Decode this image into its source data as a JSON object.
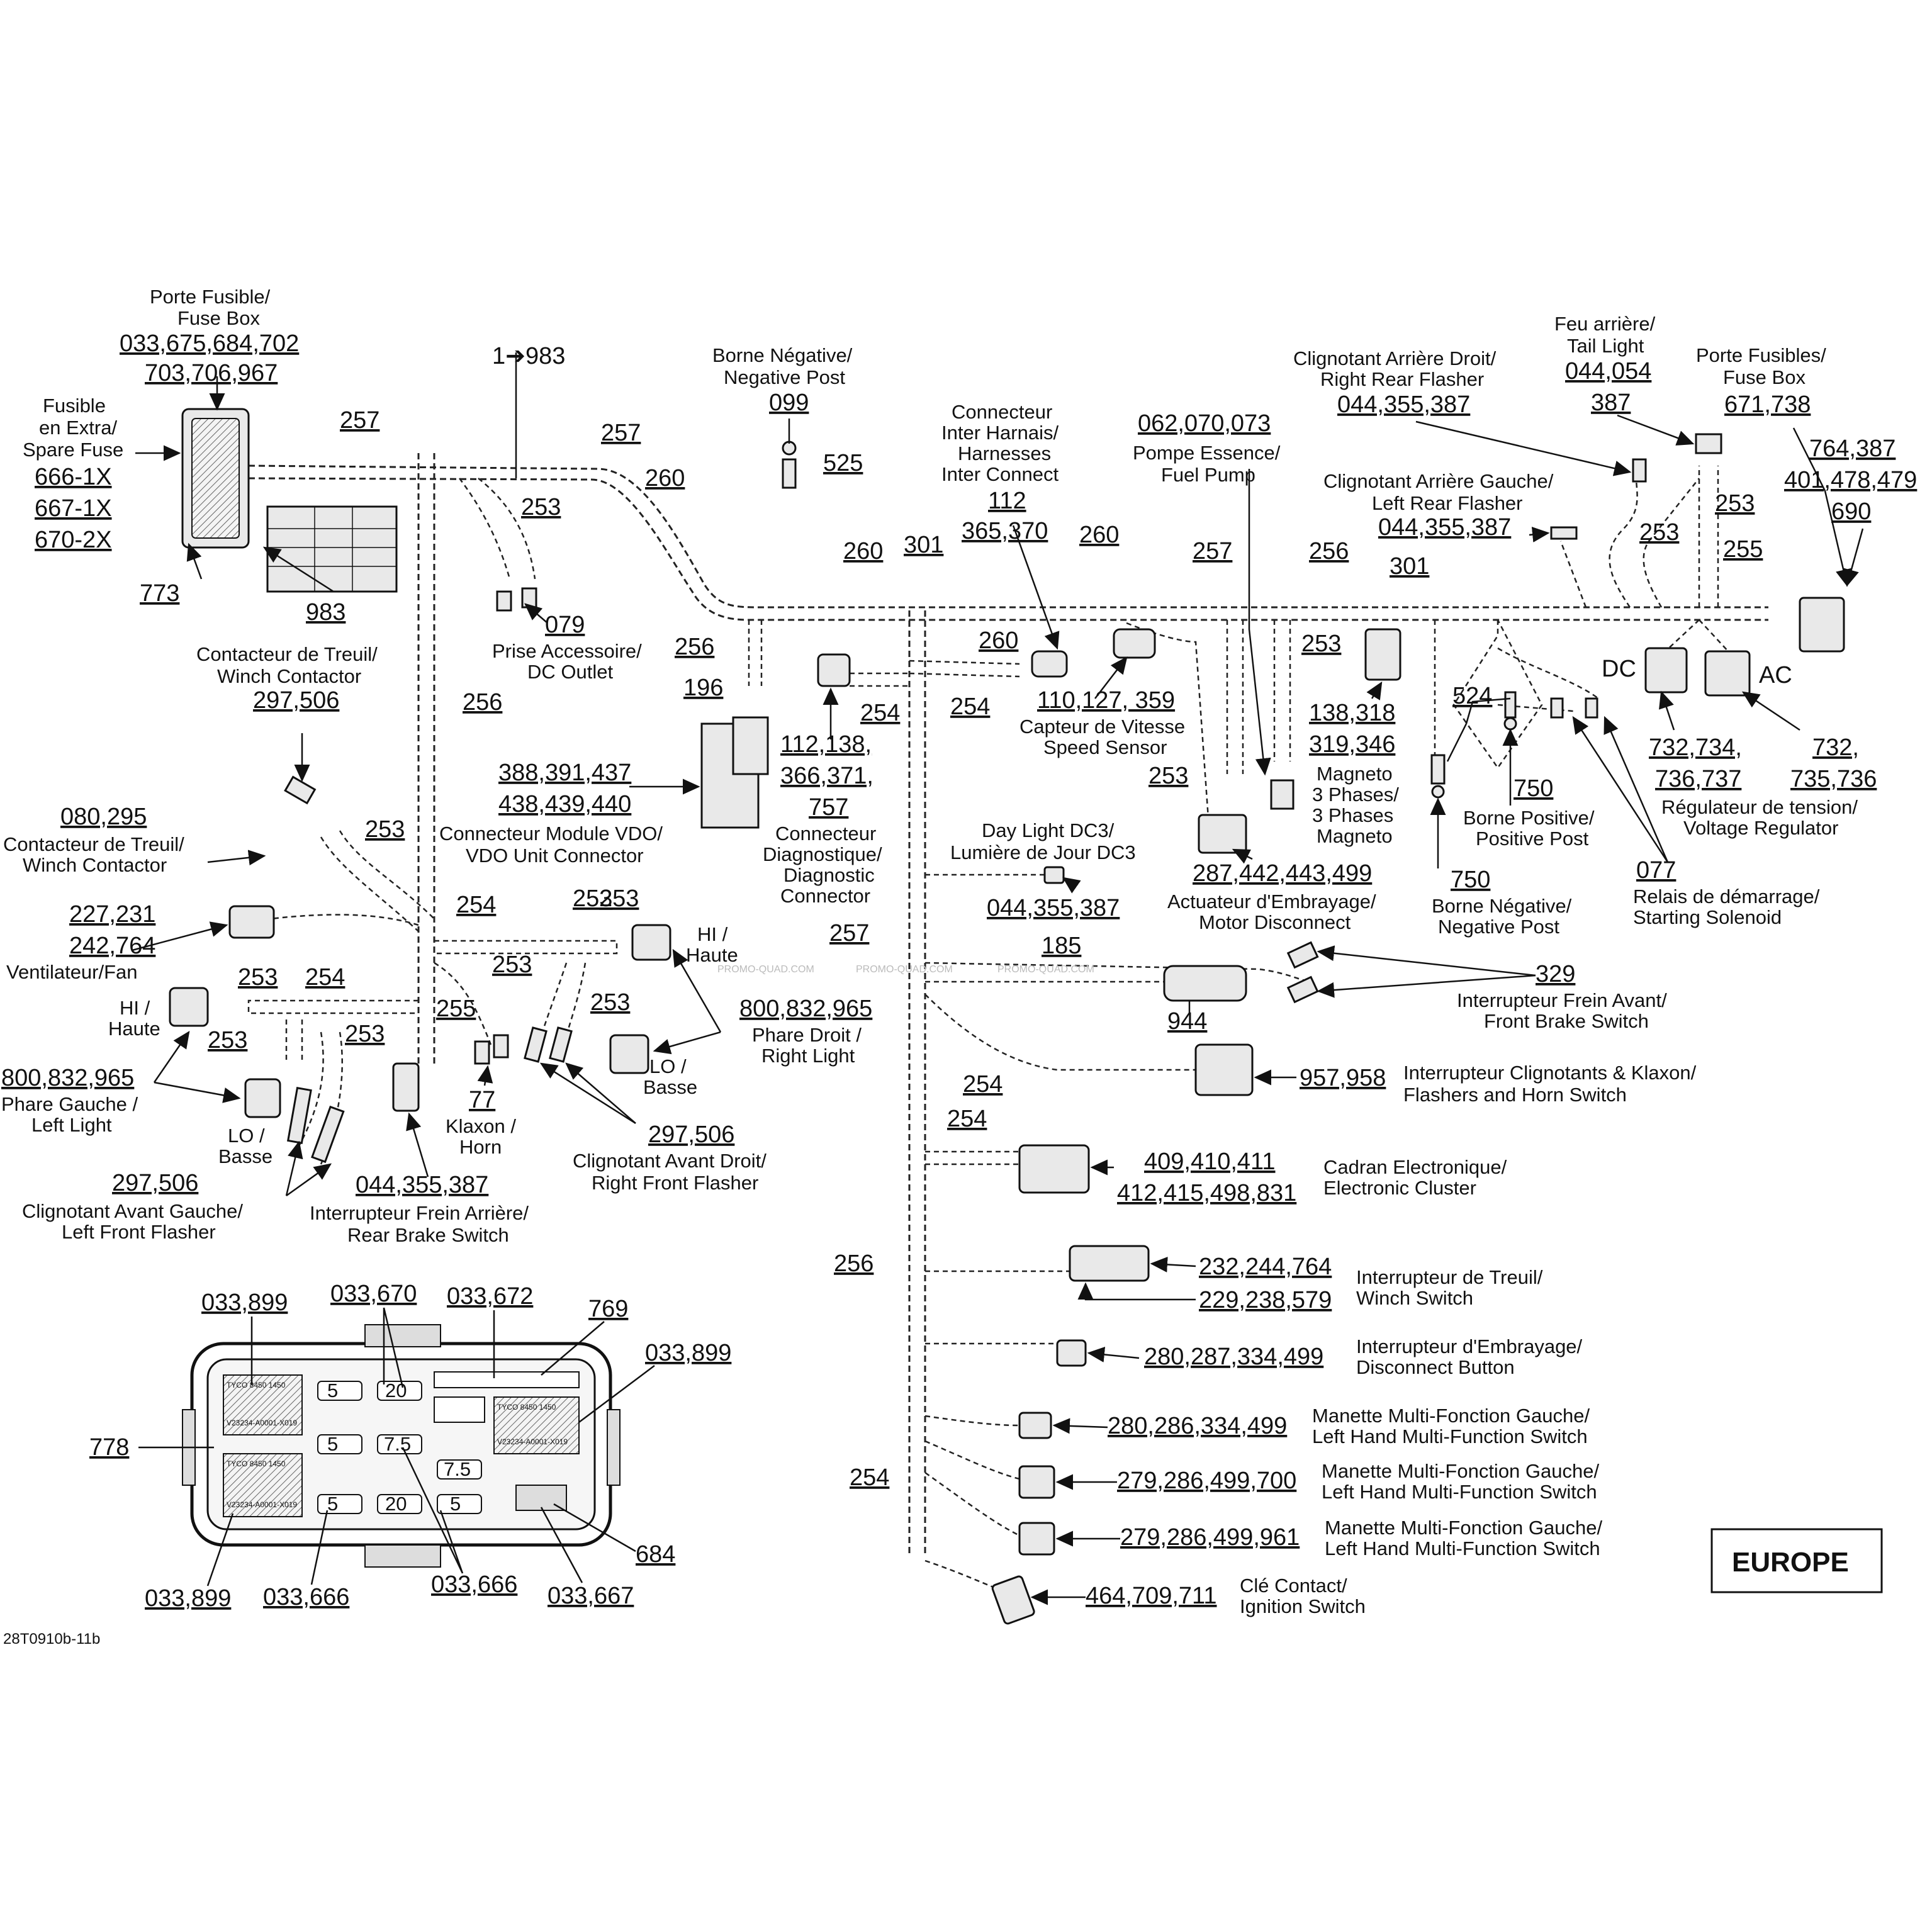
{
  "region_badge": "EUROPE",
  "drawing_code": "28T0910b-11b",
  "watermark": "PROMO-QUAD.COM",
  "arrow_range": "1➔983",
  "callouts": [
    {
      "id": "fuse_box_top",
      "lines": [
        "Porte Fusible/",
        "Fuse Box"
      ],
      "refs": [
        "033,675,684,702",
        "703,706,967"
      ]
    },
    {
      "id": "spare_fuse",
      "lines": [
        "Fusible",
        "en Extra/",
        "Spare Fuse"
      ],
      "refs": [
        "666-1X",
        "667-1X",
        "670-2X"
      ]
    },
    {
      "id": "fuse_773",
      "lines": [],
      "refs": [
        "773"
      ]
    },
    {
      "id": "label_983",
      "lines": [],
      "refs": [
        "983"
      ]
    },
    {
      "id": "neg_post_top",
      "lines": [
        "Borne Négative/",
        "Negative Post"
      ],
      "refs": [
        "099"
      ]
    },
    {
      "id": "inter_connect",
      "lines": [
        "Connecteur",
        "Inter Harnais/",
        "Harnesses",
        "Inter Connect"
      ],
      "refs": [
        "112",
        "365,370"
      ]
    },
    {
      "id": "fuel_pump",
      "lines": [
        "Pompe Essence/",
        "Fuel Pump"
      ],
      "refs": [
        "062,070,073"
      ]
    },
    {
      "id": "right_rear_flasher",
      "lines": [
        "Clignotant Arrière Droit/",
        "Right Rear Flasher"
      ],
      "refs": [
        "044,355,387"
      ]
    },
    {
      "id": "tail_light",
      "lines": [
        "Feu arrière/",
        "Tail Light"
      ],
      "refs": [
        "044,054",
        "387"
      ]
    },
    {
      "id": "fuse_box_rear",
      "lines": [
        "Porte Fusibles/",
        "Fuse Box"
      ],
      "refs": [
        "671,738"
      ]
    },
    {
      "id": "left_rear_flasher",
      "lines": [
        "Clignotant Arrière Gauche/",
        "Left Rear Flasher"
      ],
      "refs": [
        "044,355,387"
      ]
    },
    {
      "id": "reg_right_refs",
      "lines": [],
      "refs": [
        "764,387",
        "401,478,479",
        "690"
      ]
    },
    {
      "id": "dc_outlet",
      "lines": [
        "Prise Accessoire/",
        "DC Outlet"
      ],
      "refs": [
        "079"
      ]
    },
    {
      "id": "winch_contactor_top",
      "lines": [
        "Contacteur de Treuil/",
        "Winch Contactor"
      ],
      "refs": [
        "297,506"
      ]
    },
    {
      "id": "vdo_connector",
      "lines": [
        "Connecteur Module VDO/",
        "VDO Unit Connector"
      ],
      "refs": [
        "388,391,437",
        "438,439,440"
      ]
    },
    {
      "id": "vdo_196",
      "lines": [],
      "refs": [
        "196"
      ]
    },
    {
      "id": "diag_connector",
      "lines": [
        "Connecteur",
        "Diagnostique/",
        "Diagnostic",
        "Connector"
      ],
      "refs": [
        "112,138,",
        "366,371,",
        "757"
      ]
    },
    {
      "id": "speed_sensor",
      "lines": [
        "Capteur de Vitesse",
        "Speed Sensor"
      ],
      "refs": [
        "110,127, 359"
      ]
    },
    {
      "id": "magneto",
      "lines": [
        "Magneto",
        "3 Phases/",
        "3 Phases",
        "Magneto"
      ],
      "refs": [
        "138,318",
        "319,346"
      ]
    },
    {
      "id": "pos_post",
      "lines": [
        "Borne Positive/",
        "Positive Post"
      ],
      "refs": [
        "750"
      ]
    },
    {
      "id": "neg_post_rear",
      "lines": [
        "Borne Négative/",
        "Negative Post"
      ],
      "refs": [
        "750"
      ]
    },
    {
      "id": "voltage_reg",
      "lines": [
        "Régulateur de tension/",
        "Voltage Regulator"
      ],
      "refs": [
        "732,734,",
        "736,737",
        "732,",
        "735,736"
      ]
    },
    {
      "id": "starting_solenoid",
      "lines": [
        "Relais de démarrage/",
        "Starting Solenoid"
      ],
      "refs": [
        "077"
      ]
    },
    {
      "id": "winch_contactor_left",
      "lines": [
        "Contacteur de Treuil/",
        "Winch Contactor"
      ],
      "refs": [
        "080,295"
      ]
    },
    {
      "id": "fan",
      "lines": [
        "Ventilateur/Fan"
      ],
      "refs": [
        "227,231",
        "242,764"
      ]
    },
    {
      "id": "day_light",
      "lines": [
        "Day Light DC3/",
        "Lumière de Jour DC3"
      ],
      "refs": [
        "044,355,387"
      ]
    },
    {
      "id": "motor_disconnect",
      "lines": [
        "Actuateur d'Embrayage/",
        "Motor Disconnect"
      ],
      "refs": [
        "287,442,443,499"
      ]
    },
    {
      "id": "hi_right",
      "lines": [
        "HI /",
        "Haute"
      ],
      "refs": []
    },
    {
      "id": "right_light",
      "lines": [
        "Phare Droit /",
        "Right Light"
      ],
      "refs": [
        "800,832,965"
      ]
    },
    {
      "id": "lo_right",
      "lines": [
        "LO /",
        "Basse"
      ],
      "refs": []
    },
    {
      "id": "hi_left",
      "lines": [
        "HI /",
        "Haute"
      ],
      "refs": []
    },
    {
      "id": "left_light",
      "lines": [
        "Phare Gauche /",
        "Left Light"
      ],
      "refs": [
        "800,832,965"
      ]
    },
    {
      "id": "lo_left",
      "lines": [
        "LO /",
        "Basse"
      ],
      "refs": []
    },
    {
      "id": "horn",
      "lines": [
        "Klaxon /",
        "Horn"
      ],
      "refs": [
        "77"
      ]
    },
    {
      "id": "right_front_flasher",
      "lines": [
        "Clignotant Avant Droit/",
        "Right Front Flasher"
      ],
      "refs": [
        "297,506"
      ]
    },
    {
      "id": "left_front_flasher",
      "lines": [
        "Clignotant Avant Gauche/",
        "Left Front Flasher"
      ],
      "refs": [
        "297,506"
      ]
    },
    {
      "id": "rear_brake_switch",
      "lines": [
        "Interrupteur Frein Arrière/",
        "Rear Brake Switch"
      ],
      "refs": [
        "044,355,387"
      ]
    },
    {
      "id": "front_brake_switch",
      "lines": [
        "Interrupteur Frein Avant/",
        "Front Brake Switch"
      ],
      "refs": [
        "329"
      ]
    },
    {
      "id": "conn_944",
      "lines": [],
      "refs": [
        "944"
      ]
    },
    {
      "id": "flashers_horn",
      "lines": [
        "Interrupteur Clignotants & Klaxon/",
        "Flashers and Horn Switch"
      ],
      "refs": [
        "957,958"
      ]
    },
    {
      "id": "cluster",
      "lines": [
        "Cadran Electronique/",
        "Electronic Cluster"
      ],
      "refs": [
        "409,410,411",
        "412,415,498,831"
      ]
    },
    {
      "id": "winch_switch",
      "lines": [
        "Interrupteur de Treuil/",
        "Winch Switch"
      ],
      "refs": [
        "232,244,764",
        "229,238,579"
      ]
    },
    {
      "id": "disconnect_button",
      "lines": [
        "Interrupteur d'Embrayage/",
        "Disconnect Button"
      ],
      "refs": [
        "280,287,334,499"
      ]
    },
    {
      "id": "lh_mfs_1",
      "lines": [
        "Manette Multi-Fonction Gauche/",
        "Left Hand Multi-Function Switch"
      ],
      "refs": [
        "280,286,334,499"
      ]
    },
    {
      "id": "lh_mfs_2",
      "lines": [
        "Manette Multi-Fonction Gauche/",
        "Left Hand Multi-Function Switch"
      ],
      "refs": [
        "279,286,499,700"
      ]
    },
    {
      "id": "lh_mfs_3",
      "lines": [
        "Manette Multi-Fonction Gauche/",
        "Left Hand Multi-Function Switch"
      ],
      "refs": [
        "279,286,499,961"
      ]
    },
    {
      "id": "ignition",
      "lines": [
        "Clé Contact/",
        "Ignition Switch"
      ],
      "refs": [
        "464,709,711"
      ]
    }
  ],
  "regulator_modes": [
    "DC",
    "AC"
  ],
  "harness_numbers": [
    "257",
    "260",
    "253",
    "260",
    "301",
    "260",
    "257",
    "256",
    "301",
    "253",
    "253",
    "255",
    "256",
    "260",
    "254",
    "254",
    "253",
    "525",
    "256",
    "253",
    "254",
    "253",
    "254",
    "253",
    "253",
    "255",
    "253",
    "253",
    "257",
    "185",
    "254",
    "254",
    "256",
    "254",
    "524"
  ],
  "fuse_detail": {
    "refs": [
      "033,899",
      "033,670",
      "033,672",
      "769",
      "033,899",
      "778",
      "684",
      "033,899",
      "033,666",
      "033,666",
      "033,667"
    ],
    "fuse_values": [
      "5",
      "20",
      "5",
      "7.5",
      "5",
      "20",
      "5",
      "7.5"
    ],
    "relay_text": [
      "TYCO 8450 1450",
      "V23234-A0001-X019"
    ]
  }
}
